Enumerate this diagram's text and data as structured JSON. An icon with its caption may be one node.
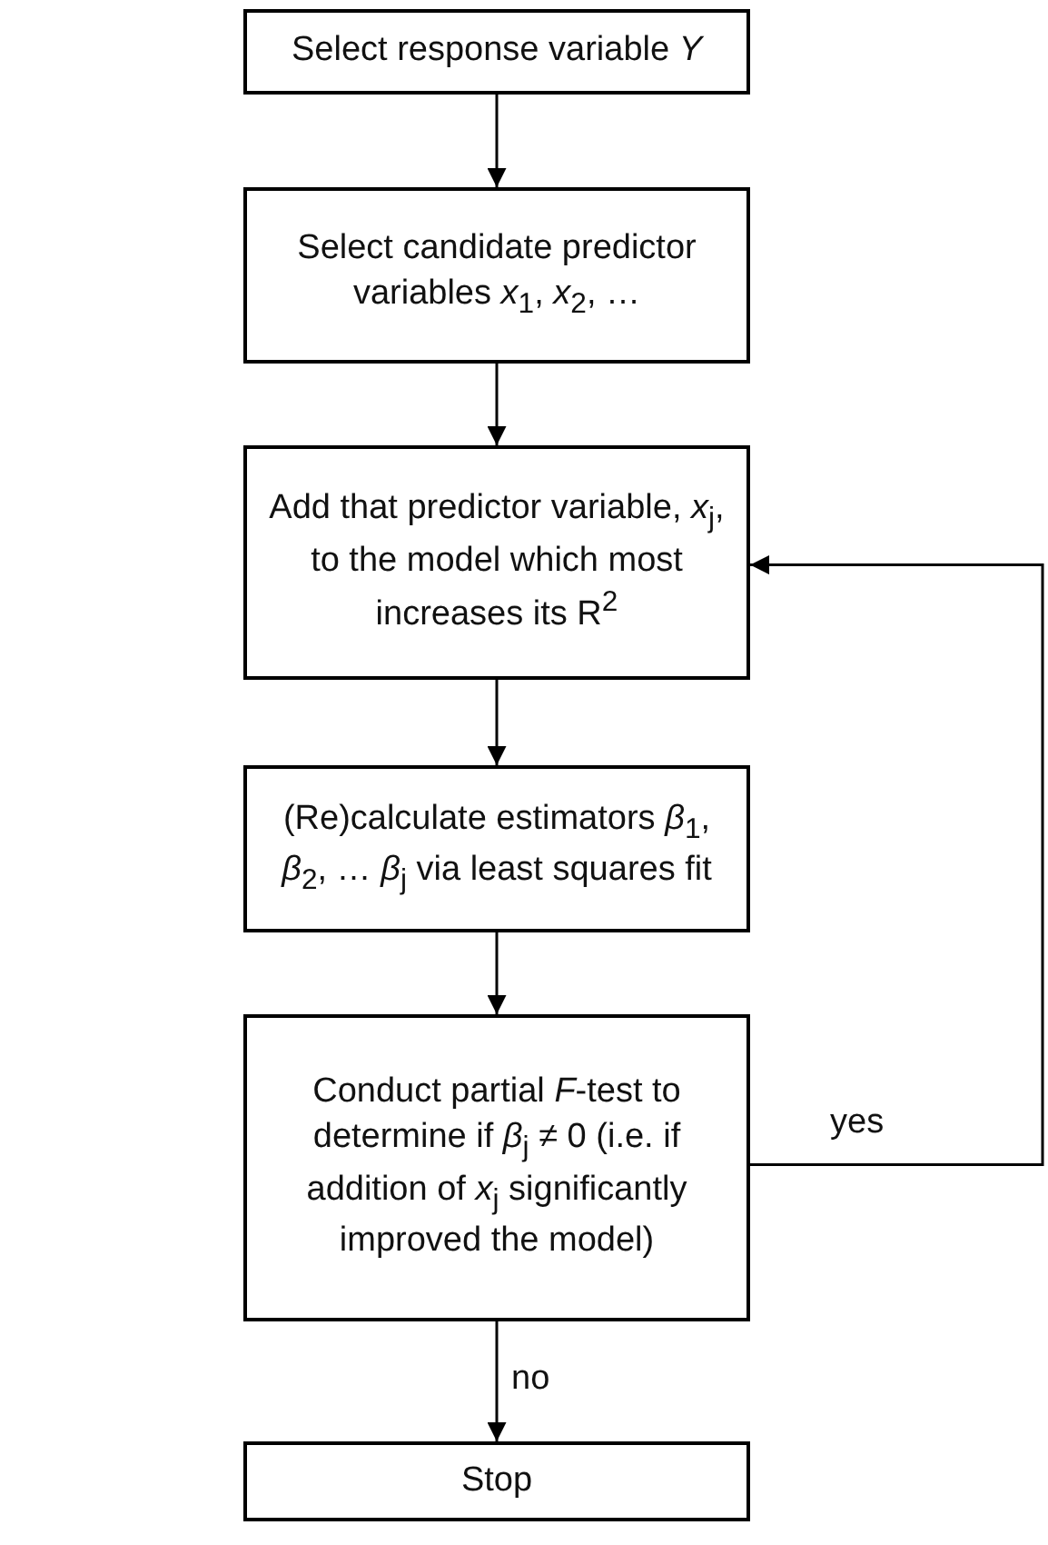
{
  "diagram": {
    "nodes": [
      {
        "text": [
          "Select response variable *Y*"
        ]
      },
      {
        "text": [
          "Select candidate predictor variables *x*$_{1}$, *x*$_{2}$, …"
        ]
      },
      {
        "text": [
          "Add that predictor variable, *x*$_{j}$, to the model which most increases its R$^{2}$"
        ]
      },
      {
        "text": [
          "(Re)calculate estimators *β*$_{1}$, *β*$_{2}$, … *β*$_{j}$ via least squares fit"
        ]
      },
      {
        "text": [
          "Conduct partial *F*-test to determine if *β*$_{j}$ ≠ 0 (i.e. if addition of *x*$_{j}$ significantly improved the model)"
        ]
      },
      {
        "text": [
          "Stop"
        ]
      }
    ],
    "edges": [
      {
        "from": 0,
        "to": 1,
        "arrow": "to"
      },
      {
        "from": 1,
        "to": 2,
        "arrow": "to"
      },
      {
        "from": 2,
        "to": 3,
        "arrow": "to"
      },
      {
        "from": 3,
        "to": 4,
        "arrow": "to"
      },
      {
        "from": 4,
        "to": 2,
        "arrow": "to",
        "label": "yes"
      },
      {
        "from": 4,
        "to": 5,
        "arrow": "to",
        "label": "no"
      }
    ]
  }
}
